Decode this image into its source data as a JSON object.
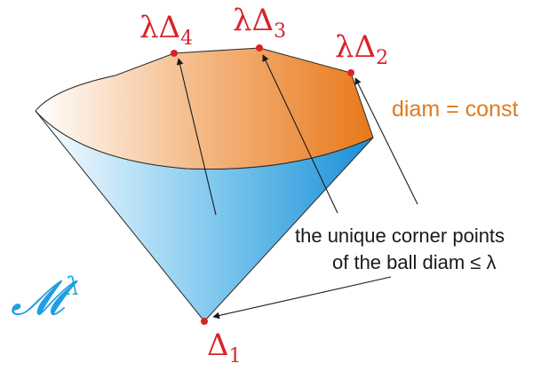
{
  "labels": {
    "top_left": {
      "main": "λΔ",
      "sub": "4"
    },
    "top_mid": {
      "main": "λΔ",
      "sub": "3"
    },
    "top_right": {
      "main": "λΔ",
      "sub": "2"
    },
    "apex": {
      "main": "Δ",
      "sub": "1"
    },
    "diam_const": "diam = const",
    "caption_line1": "the unique corner points",
    "caption_line2": "of the ball diam ≤ λ",
    "manifold": {
      "main": "𝓜",
      "sup": "λ"
    }
  },
  "colors": {
    "red": "#d8232a",
    "orange": "#e8801f",
    "blue": "#1da0e0",
    "black": "#1a1a1a"
  }
}
